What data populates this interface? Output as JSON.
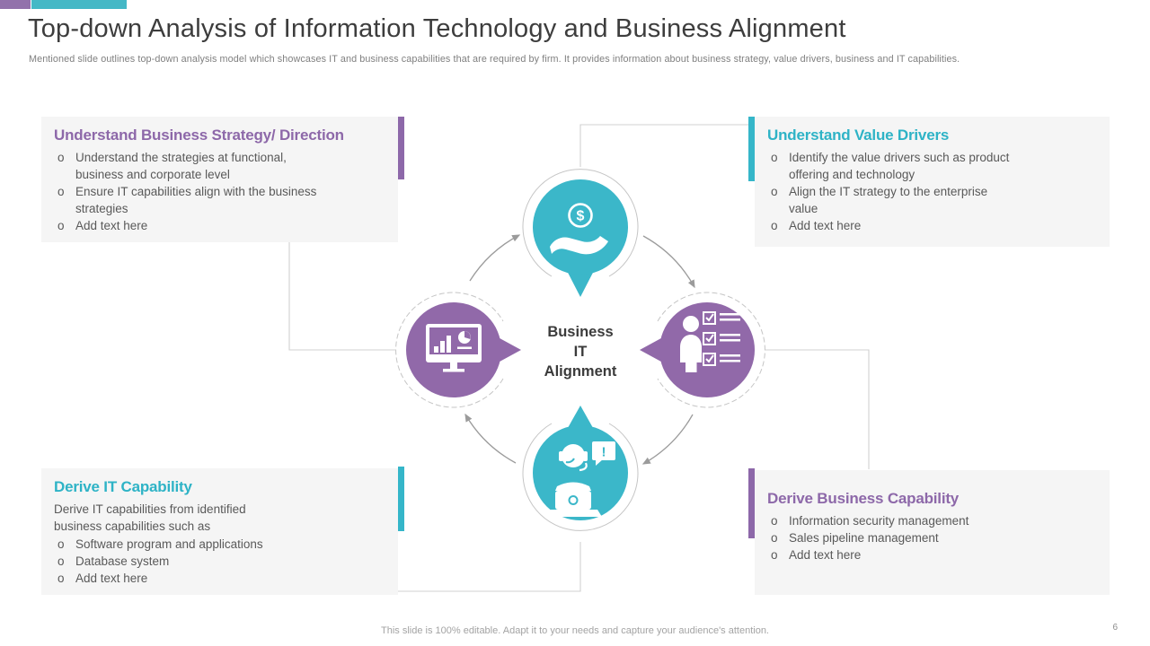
{
  "slide": {
    "title": "Top-down Analysis of Information Technology and Business Alignment",
    "subtitle": "Mentioned slide outlines top-down analysis model which showcases IT and business capabilities that are required by firm. It provides information about business strategy, value drivers, business and IT capabilities.",
    "footer": "This slide is 100% editable. Adapt it to your needs and capture your audience's attention.",
    "page_number": "6"
  },
  "boxes": {
    "top_left": {
      "heading": "Understand Business Strategy/ Direction",
      "bullets": [
        "Understand the strategies at functional, business and corporate level",
        "Ensure IT capabilities align with the business strategies",
        "Add text here"
      ]
    },
    "top_right": {
      "heading": "Understand Value Drivers",
      "bullets": [
        "Identify the value drivers such as product offering and technology",
        "Align the IT strategy to the enterprise value",
        "Add text here"
      ]
    },
    "bottom_left": {
      "heading": "Derive IT Capability",
      "intro": "Derive IT capabilities from identified business capabilities such as",
      "bullets": [
        "Software program and applications",
        "Database system",
        "Add text here"
      ]
    },
    "bottom_right": {
      "heading": "Derive Business Capability",
      "bullets": [
        "Information security management",
        "Sales pipeline management",
        "Add text here"
      ]
    }
  },
  "center_label": {
    "line1": "Business",
    "line2": "IT",
    "line3": "Alignment"
  },
  "ui": {
    "bullet_char": "o"
  },
  "icons": {
    "top": "hand-dollar-icon",
    "left": "analytics-monitor-icon",
    "right": "person-checklist-icon",
    "bottom": "support-agent-icon",
    "dollar_glyph": "$",
    "exclamation_glyph": "!"
  },
  "colors": {
    "teal_circle": "#3bb7c9",
    "purple_circle": "#9169a9",
    "teal_heading": "#2eb3c6",
    "purple_heading": "#8d68a9",
    "corner_purple": "#9272ab",
    "corner_teal": "#44b8c6",
    "box_background": "#f5f5f5",
    "body_text": "#595959",
    "connector_gray": "#d0d0d0",
    "arrow_gray": "#9b9b9b"
  }
}
